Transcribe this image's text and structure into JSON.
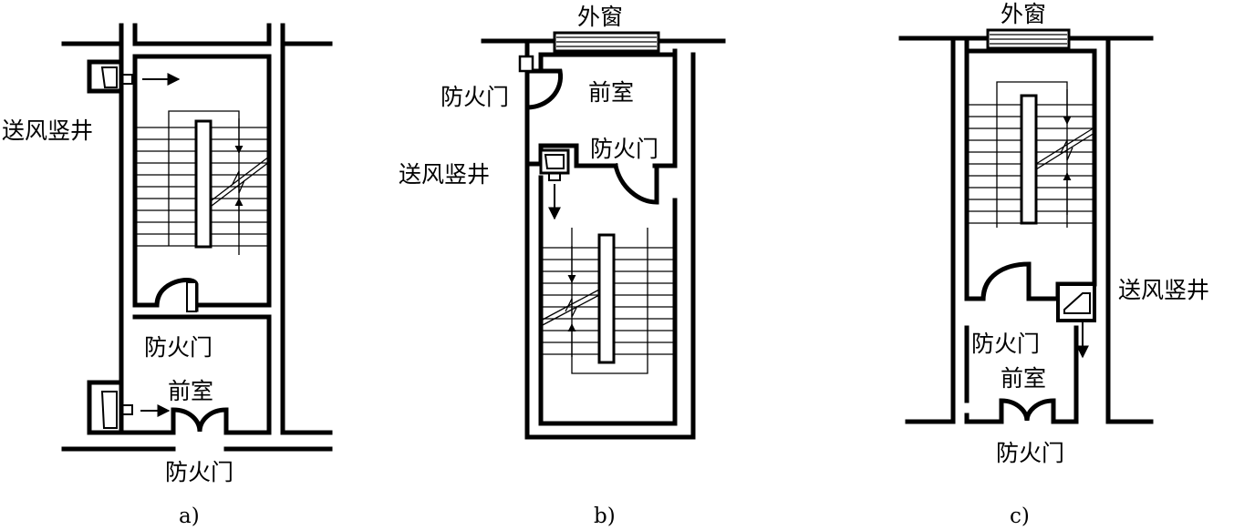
{
  "diagram_a": {
    "caption": "a)",
    "label_shaft": "送风竖井",
    "label_door_upper": "防火门",
    "label_front_room": "前室",
    "label_door_lower": "防火门"
  },
  "diagram_b": {
    "caption": "b)",
    "label_window": "外窗",
    "label_door_outer": "防火门",
    "label_front_room": "前室",
    "label_door_inner": "防火门",
    "label_shaft": "送风竖井"
  },
  "diagram_c": {
    "caption": "c)",
    "label_window": "外窗",
    "label_shaft": "送风竖井",
    "label_door_upper": "防火门",
    "label_front_room": "前室",
    "label_door_lower": "防火门"
  }
}
